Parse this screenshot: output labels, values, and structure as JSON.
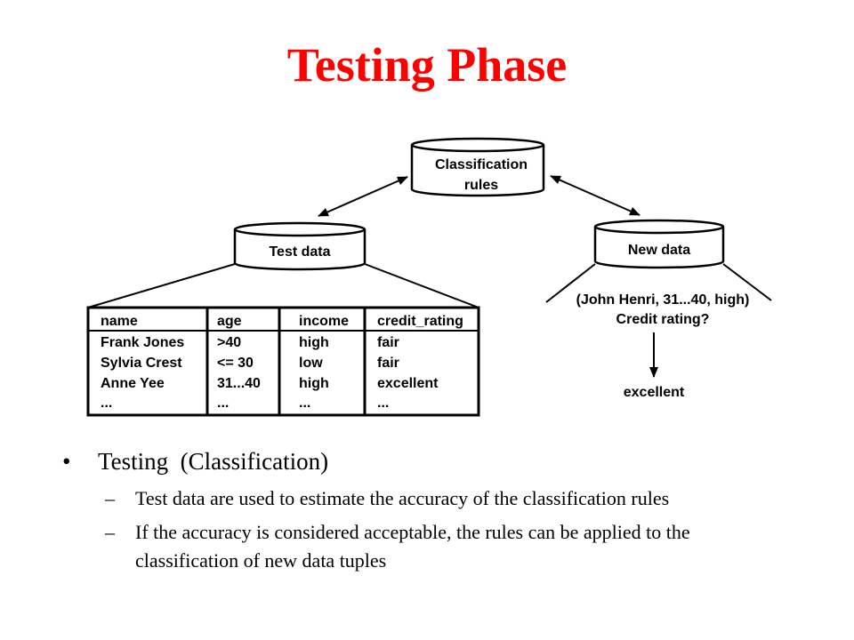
{
  "slide": {
    "title": "Testing Phase"
  },
  "diagram": {
    "rules_db": [
      "Classification",
      "rules"
    ],
    "test_db": "Test data",
    "new_db": "New data",
    "table": {
      "headers": [
        "name",
        "age",
        "income",
        "credit_rating"
      ],
      "rows": [
        [
          "Frank Jones",
          ">40",
          "high",
          "fair"
        ],
        [
          "Sylvia Crest",
          "<= 30",
          "low",
          "fair"
        ],
        [
          "Anne Yee",
          "31...40",
          "high",
          "excellent"
        ],
        [
          "...",
          "...",
          "...",
          "..."
        ]
      ]
    },
    "query": [
      "(John Henri, 31...40, high)",
      "Credit rating?"
    ],
    "result": "excellent"
  },
  "bullets": {
    "main": "Testing  (Classification)",
    "subs": [
      "Test data are used to estimate the accuracy of the classification rules",
      "If the accuracy is considered acceptable, the rules can be applied to the classification of new data tuples"
    ]
  },
  "colors": {
    "title": "#ff0000",
    "text": "#000000"
  }
}
